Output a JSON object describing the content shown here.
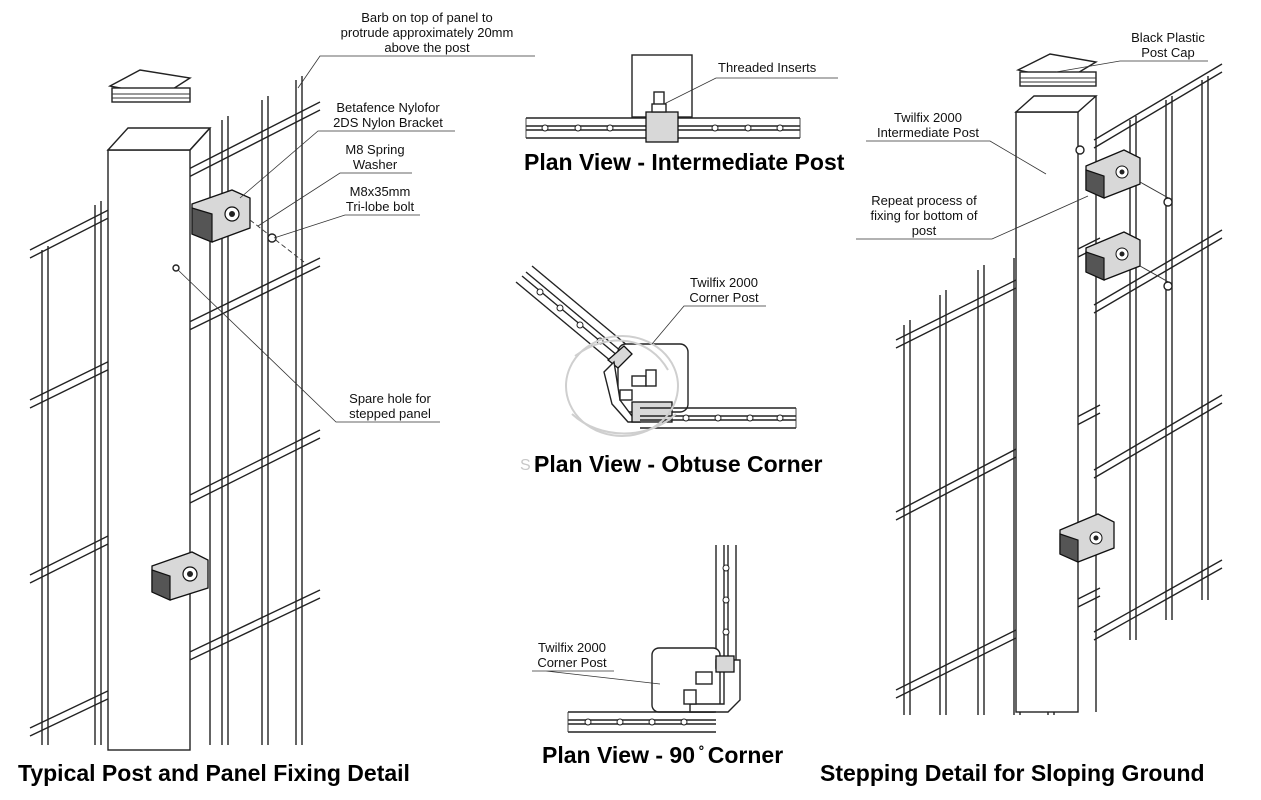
{
  "left_detail": {
    "title": "Typical Post and Panel Fixing Detail",
    "callouts": {
      "barb": [
        "Barb on top of panel to",
        "protrude approximately 20mm",
        "above the post"
      ],
      "bracket": [
        "Betafence Nylofor",
        "2DS Nylon  Bracket"
      ],
      "washer": [
        "M8 Spring",
        "Washer"
      ],
      "bolt": [
        "M8x35mm",
        "Tri-lobe bolt"
      ],
      "spare_hole": [
        "Spare hole for",
        "stepped panel"
      ]
    }
  },
  "plan_intermediate": {
    "title": "Plan View - Intermediate Post",
    "callouts": {
      "inserts": [
        "Threaded Inserts"
      ]
    }
  },
  "plan_obtuse": {
    "title": "Plan View - Obtuse Corner",
    "callouts": {
      "post": [
        "Twilfix 2000",
        "Corner Post"
      ]
    },
    "watermark": "SF"
  },
  "plan_90": {
    "title": "Plan View - 90 ̊  Corner",
    "callouts": {
      "post": [
        "Twilfix 2000",
        "Corner Post"
      ]
    }
  },
  "right_detail": {
    "title": "Stepping Detail for Sloping Ground",
    "callouts": {
      "cap": [
        "Black Plastic",
        "Post Cap"
      ],
      "post": [
        "Twilfix 2000",
        "Intermediate Post"
      ],
      "repeat": [
        "Repeat process of",
        "fixing for bottom of",
        "post"
      ]
    }
  }
}
